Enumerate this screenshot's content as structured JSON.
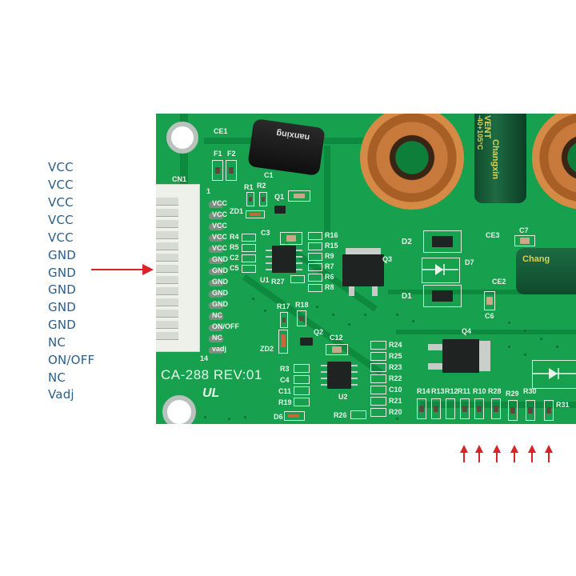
{
  "pin_legend": {
    "labels": [
      "VCC",
      "VCC",
      "VCC",
      "VCC",
      "VCC",
      "GND",
      "GND",
      "GND",
      "GND",
      "GND",
      "NC",
      "ON/OFF",
      "NC",
      "Vadj"
    ],
    "text_color": "#2b5f8a"
  },
  "annotations": {
    "arrow_color": "#d8232a",
    "connector_arrow_direction": "right",
    "bottom_arrows_count": 6,
    "bottom_arrows_direction": "up"
  },
  "pcb": {
    "board_color": "#17a14f",
    "model_marking": "CA-288 REV:01",
    "cert_mark": "UL",
    "connector": {
      "ref": "CN1",
      "pin_first": "1",
      "pin_last": "14",
      "pin_labels": [
        "VCC",
        "VCC",
        "VCC",
        "VCC",
        "VCC",
        "GND",
        "GND",
        "GND",
        "GND",
        "GND",
        "NC",
        "ON/OFF",
        "NC",
        "vadj"
      ]
    },
    "refs_left": [
      "CE1",
      "F1",
      "F2",
      "R1",
      "R2",
      "ZD1",
      "C1",
      "Q1",
      "C3",
      "R4",
      "R5",
      "C2",
      "C5",
      "U1",
      "R27"
    ],
    "refs_mid": [
      "R16",
      "R15",
      "R9",
      "R7",
      "R6",
      "R8",
      "Q3",
      "R17",
      "R18",
      "Q2",
      "ZD2",
      "C12",
      "R3",
      "C4",
      "C11",
      "R19",
      "D6",
      "U2",
      "R26"
    ],
    "refs_u2_right": [
      "R24",
      "R25",
      "R23",
      "R22",
      "C10",
      "R21",
      "R20"
    ],
    "refs_right": [
      "D2",
      "D7",
      "D1",
      "CE3",
      "C7",
      "CE2",
      "C6",
      "Q4"
    ],
    "bottom_resistors": [
      "R14",
      "R13",
      "R12",
      "R11",
      "R10",
      "R28",
      "R29",
      "R30",
      "R31"
    ],
    "capacitor_markings": {
      "ce1_brand": "nanxing",
      "ce3_brand": "Changxin",
      "ce3_series": "VENT",
      "ce3_temp": "-40+105°C",
      "ce3_subtext": "VE",
      "ce2_brand": "Chang"
    }
  }
}
